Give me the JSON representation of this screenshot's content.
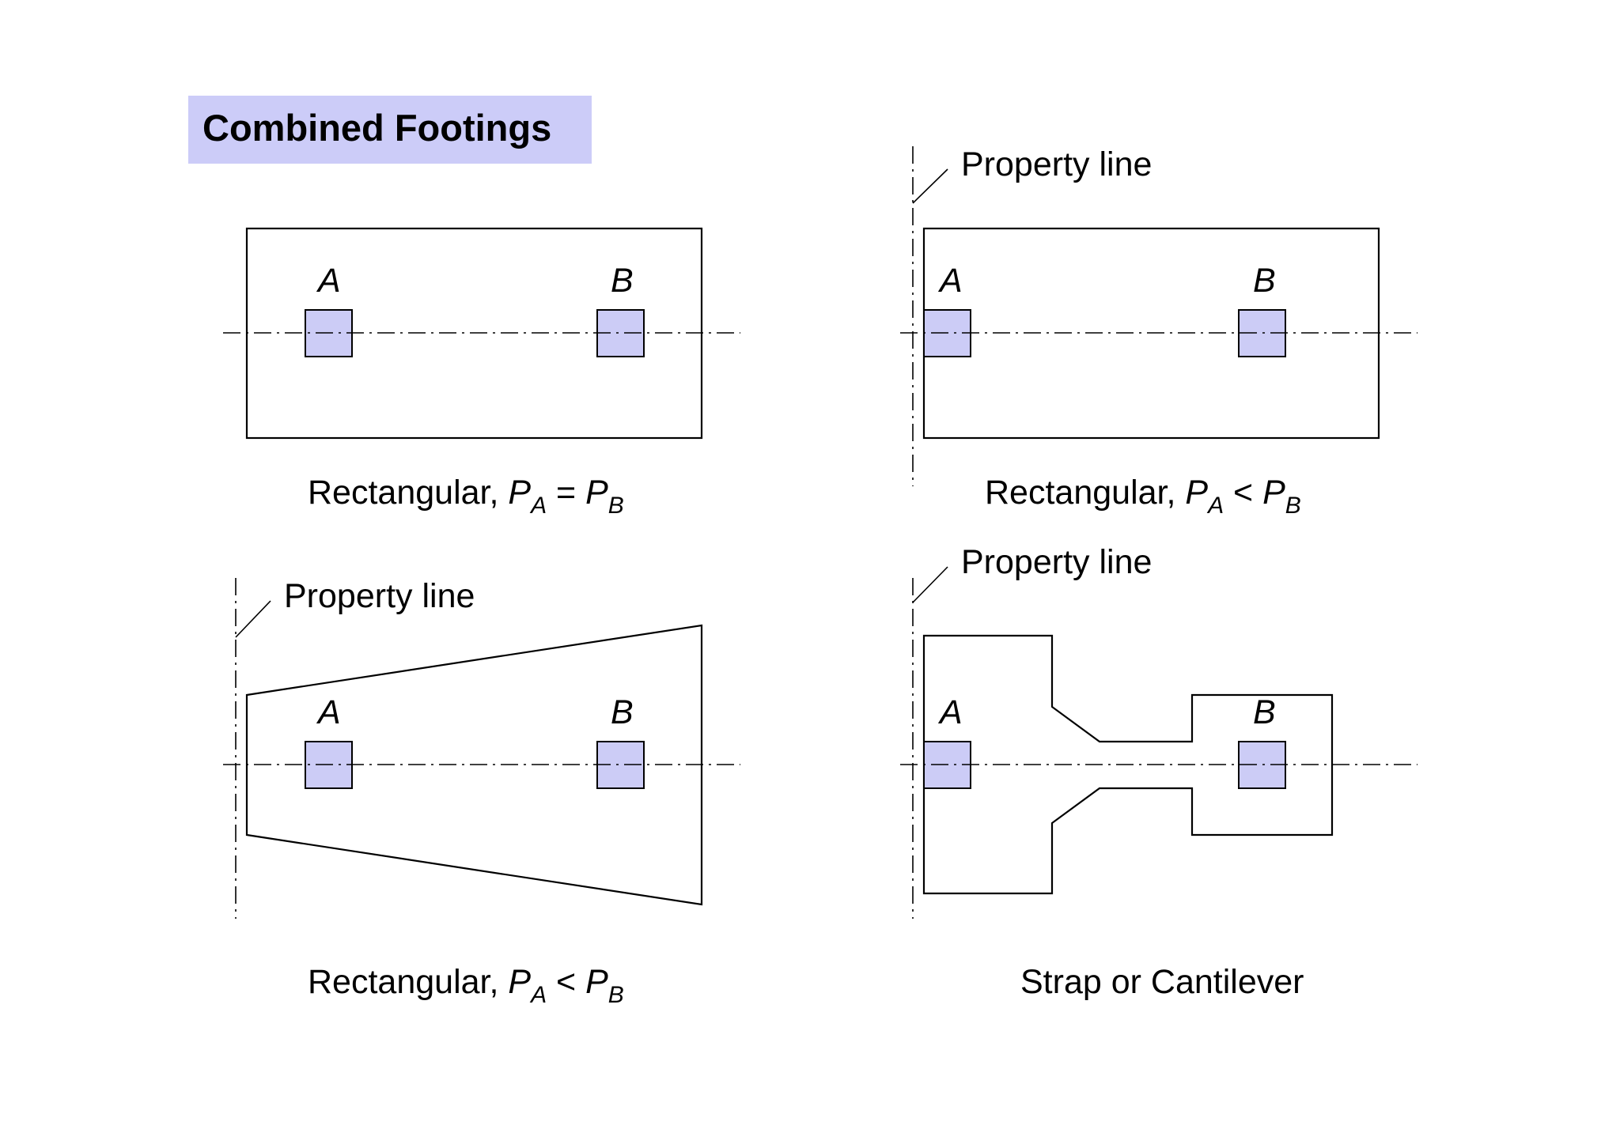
{
  "title": "Combined Footings",
  "colors": {
    "title_bg": "#ccccf8",
    "column_fill": "#ccccf6",
    "line": "#000000"
  },
  "columns": {
    "a": "A",
    "b": "B"
  },
  "property_line": "Property line",
  "panels": [
    {
      "caption_text": "Rectangular, ",
      "p": "P",
      "sub_a": "A",
      "relation": " = ",
      "sub_b": "B"
    },
    {
      "caption_text": "Rectangular, ",
      "p": "P",
      "sub_a": "A",
      "relation": " < ",
      "sub_b": "B"
    },
    {
      "caption_text": "Rectangular, ",
      "p": "P",
      "sub_a": "A",
      "relation": " < ",
      "sub_b": "B"
    },
    {
      "caption_text": "Strap or Cantilever"
    }
  ]
}
